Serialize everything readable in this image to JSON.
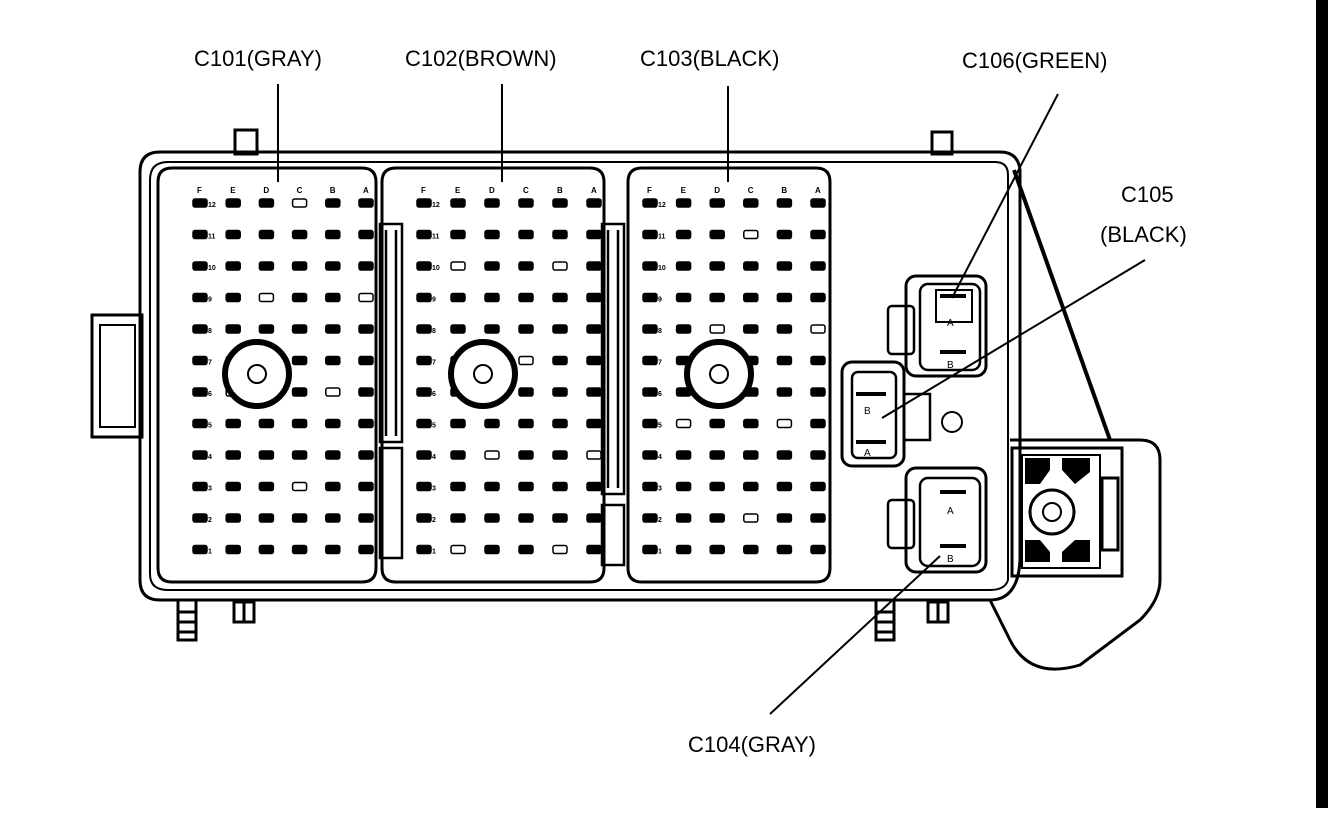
{
  "callouts": {
    "c101": "C101(GRAY)",
    "c102": "C102(BROWN)",
    "c103": "C103(BLACK)",
    "c106": "C106(GREEN)",
    "c105_line1": "C105",
    "c105_line2": "(BLACK)",
    "c104": "C104(GRAY)"
  },
  "column_letters": [
    "F",
    "E",
    "D",
    "C",
    "B",
    "A"
  ],
  "row_numbers": [
    "12",
    "11",
    "10",
    "9",
    "8",
    "7",
    "6",
    "5",
    "4",
    "3",
    "2",
    "1"
  ],
  "pin_letters": {
    "a": "A",
    "b": "B"
  },
  "line_color": "#000000",
  "background": "#ffffff"
}
